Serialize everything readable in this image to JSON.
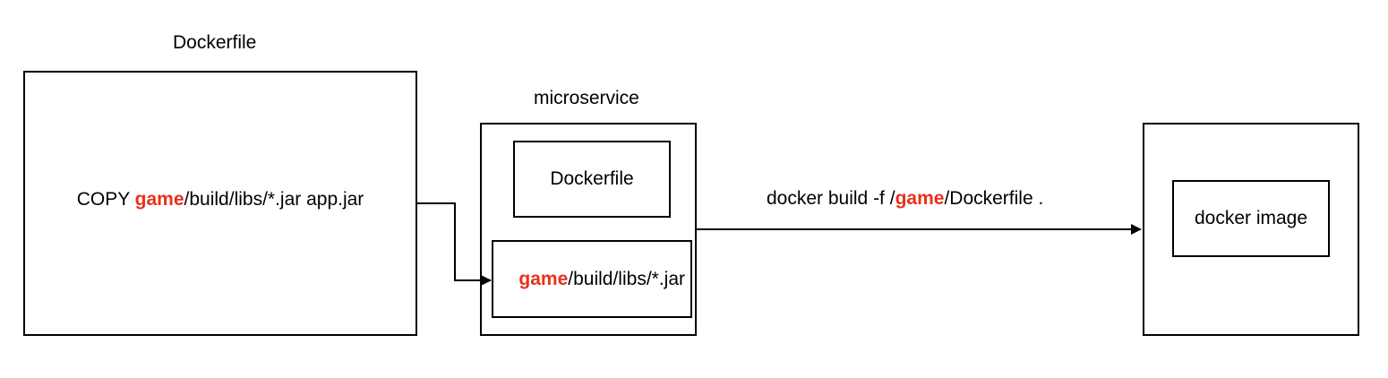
{
  "dockerfile_panel": {
    "title": "Dockerfile",
    "copy_keyword": "COPY",
    "copy_highlight": "game",
    "copy_rest": "/build/libs/*.jar app.jar"
  },
  "microservice_panel": {
    "title": "microservice",
    "dockerfile_label": "Dockerfile",
    "jar_highlight": "game",
    "jar_rest": "/build/libs/*.jar"
  },
  "build_command": {
    "prefix": "docker build -f /",
    "highlight": "game",
    "suffix": "/Dockerfile ."
  },
  "image_panel": {
    "image_label": "docker image"
  },
  "colors": {
    "highlight": "#e8301c",
    "stroke": "#000000"
  }
}
